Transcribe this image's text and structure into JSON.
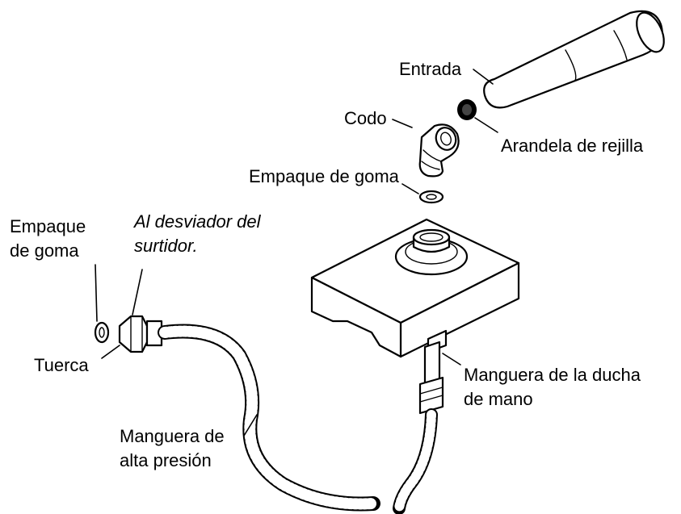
{
  "labels": {
    "entrada": "Entrada",
    "arandela": "Arandela de rejilla",
    "codo": "Codo",
    "empaque_goma_codo": "Empaque de goma",
    "empaque_goma_left_1": "Empaque",
    "empaque_goma_left_2": "de goma",
    "desviador_1": "Al desviador del",
    "desviador_2": "surtidor.",
    "tuerca": "Tuerca",
    "manguera_ducha_1": "Manguera de la ducha",
    "manguera_ducha_2": "de mano",
    "manguera_alta_1": "Manguera de",
    "manguera_alta_2": "alta presión"
  },
  "colors": {
    "line": "#000000",
    "background": "#ffffff"
  }
}
